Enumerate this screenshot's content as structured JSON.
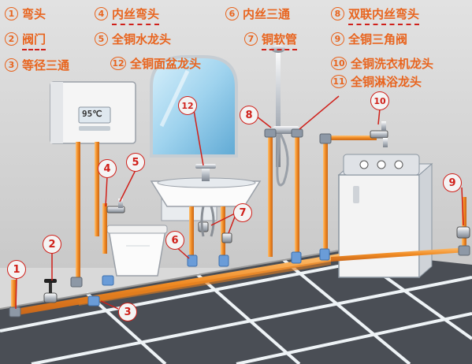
{
  "legend": [
    {
      "num": "1",
      "label": "弯头"
    },
    {
      "num": "2",
      "label": "阀门"
    },
    {
      "num": "3",
      "label": "等径三通"
    },
    {
      "num": "4",
      "label": "内丝弯头"
    },
    {
      "num": "5",
      "label": "全铜水龙头"
    },
    {
      "num": "12",
      "label": "全铜面盆龙头"
    },
    {
      "num": "6",
      "label": "内丝三通"
    },
    {
      "num": "7",
      "label": "铜软管"
    },
    {
      "num": "8",
      "label": "双联内丝弯头"
    },
    {
      "num": "9",
      "label": "全铜三角阀"
    },
    {
      "num": "10",
      "label": "全铜洗衣机龙头"
    },
    {
      "num": "11",
      "label": "全铜淋浴龙头"
    }
  ],
  "callouts": [
    "1",
    "2",
    "3",
    "4",
    "5",
    "6",
    "7",
    "8",
    "9",
    "10",
    "12"
  ],
  "heater": {
    "display": "95℃"
  },
  "colors": {
    "label": "#e8641e",
    "underline": "#d0201a",
    "pipe": "#f0962e",
    "joint": "#6a9cd8",
    "wall": "#d9d9d9",
    "floor": "#4a4e55"
  }
}
